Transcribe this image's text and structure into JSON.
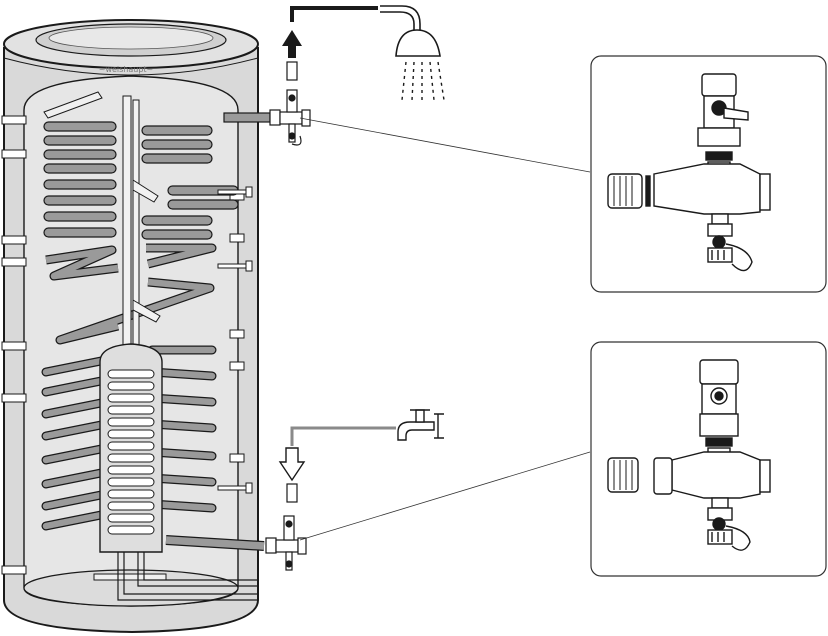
{
  "tank": {
    "brand_label": "~weishaupt~"
  },
  "colors": {
    "outline": "#1a1a1a",
    "tank_fill": "#d9d9d9",
    "tank_inner": "#e4e4e4",
    "coil_fill": "#9a9a9a",
    "hot_water_pipe": "#1a1a1a",
    "cold_water_pipe": "#8a8a8a",
    "callout_border": "#333333"
  },
  "icons": {
    "hot_outlet_arrow": "arrow-up-icon",
    "cold_inlet_arrow": "arrow-down-icon",
    "shower": "shower-icon",
    "faucet": "faucet-icon",
    "valve": "ball-valve-icon"
  },
  "callouts": [
    {
      "name": "hot-water-connection-detail"
    },
    {
      "name": "cold-water-connection-detail"
    }
  ]
}
